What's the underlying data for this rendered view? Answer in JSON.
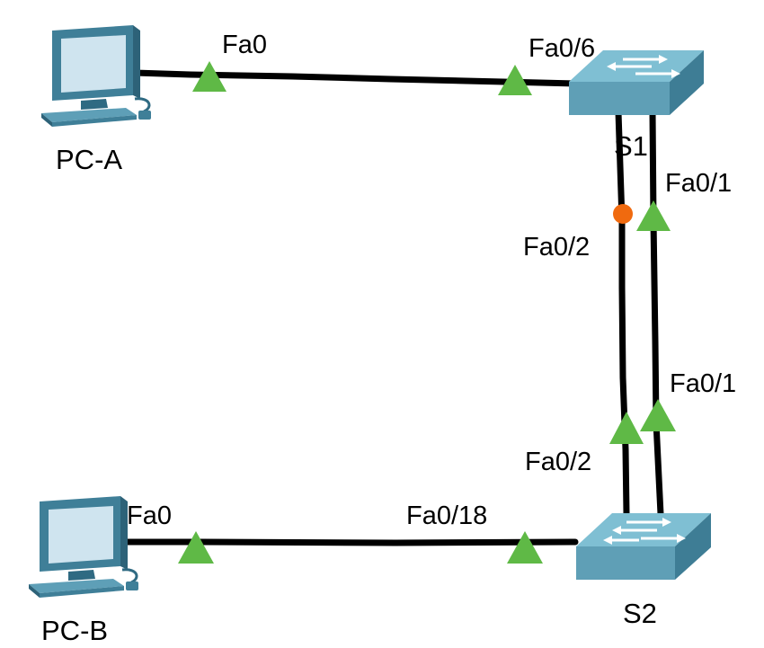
{
  "devices": {
    "pc_a": {
      "label": "PC-A"
    },
    "pc_b": {
      "label": "PC-B"
    },
    "s1": {
      "label": "S1"
    },
    "s2": {
      "label": "S2"
    }
  },
  "links": [
    {
      "from": "PC-A",
      "from_port": "Fa0",
      "to": "S1",
      "to_port": "Fa0/6",
      "from_state": "up",
      "to_state": "up"
    },
    {
      "from": "S1",
      "from_port": "Fa0/2",
      "to": "S2",
      "to_port": "Fa0/2",
      "from_state": "blocking",
      "to_state": "up"
    },
    {
      "from": "S1",
      "from_port": "Fa0/1",
      "to": "S2",
      "to_port": "Fa0/1",
      "from_state": "up",
      "to_state": "up"
    },
    {
      "from": "PC-B",
      "from_port": "Fa0",
      "to": "S2",
      "to_port": "Fa0/18",
      "from_state": "up",
      "to_state": "up"
    }
  ],
  "colors": {
    "link": "#000000",
    "port_up": "#5fb946",
    "port_blocking": "#f06a0f",
    "switch_front": "#5f9fb6",
    "switch_top": "#7fbfd3",
    "switch_side": "#3e7d95",
    "pc_body": "#3f7f98",
    "pc_screen": "#cfe4ef"
  },
  "icons": {
    "pc": "pc-icon",
    "switch": "switch-icon",
    "port_up": "link-up-triangle-icon",
    "port_blocking": "link-blocking-circle-icon"
  }
}
